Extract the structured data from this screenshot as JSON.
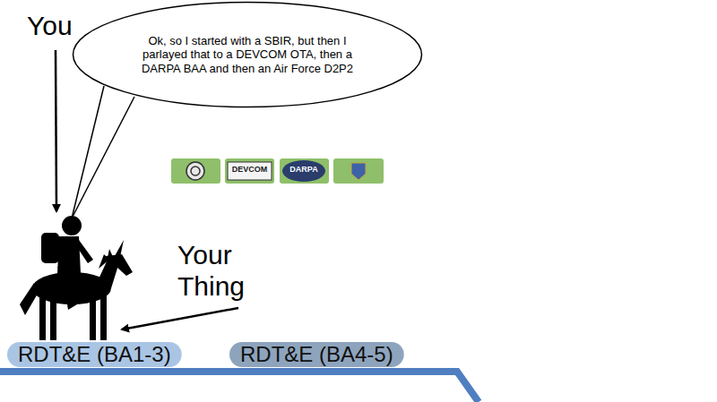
{
  "diagram": {
    "nodes": [
      {
        "text": [
          "Ok, so I started with a SBIR, but then I parlayed that to a DEVCOM OTA, then a DARPA BAA and then an Air Force D2P2"
        ]
      },
      {
        "text": [
          "RDT&E (BA1-3)"
        ]
      },
      {
        "text": [
          "RDT&E (BA4-5)"
        ]
      }
    ],
    "labels": [
      "You",
      "Your Thing",
      "DEVCOM",
      "DARPA"
    ]
  }
}
